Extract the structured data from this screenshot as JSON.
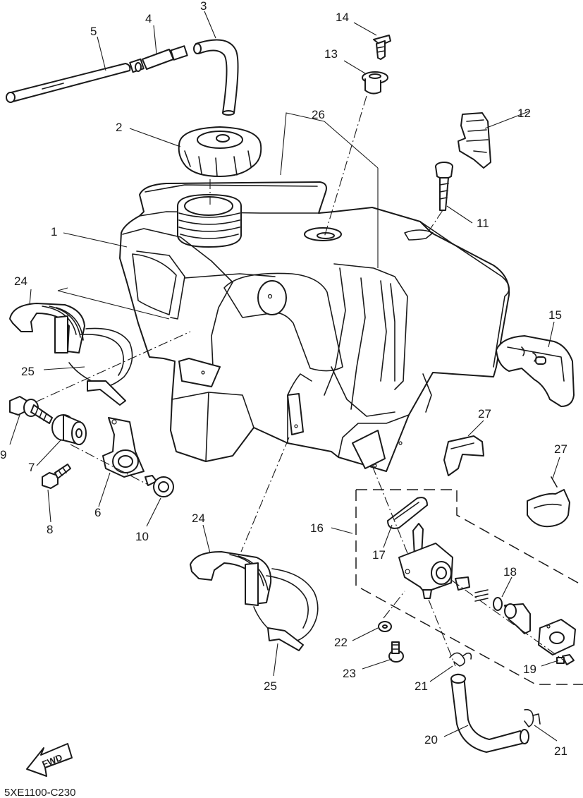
{
  "diagram": {
    "drawing_code": "5XE1100-C230",
    "direction_label": "FWD",
    "callouts": [
      {
        "id": "1",
        "text": "1"
      },
      {
        "id": "2",
        "text": "2"
      },
      {
        "id": "3",
        "text": "3"
      },
      {
        "id": "4",
        "text": "4"
      },
      {
        "id": "5",
        "text": "5"
      },
      {
        "id": "6",
        "text": "6"
      },
      {
        "id": "7",
        "text": "7"
      },
      {
        "id": "8",
        "text": "8"
      },
      {
        "id": "9",
        "text": "9"
      },
      {
        "id": "10",
        "text": "10"
      },
      {
        "id": "11",
        "text": "11"
      },
      {
        "id": "12",
        "text": "12"
      },
      {
        "id": "13",
        "text": "13"
      },
      {
        "id": "14",
        "text": "14"
      },
      {
        "id": "15",
        "text": "15"
      },
      {
        "id": "16",
        "text": "16"
      },
      {
        "id": "17",
        "text": "17"
      },
      {
        "id": "18",
        "text": "18"
      },
      {
        "id": "19",
        "text": "19"
      },
      {
        "id": "20",
        "text": "20"
      },
      {
        "id": "21a",
        "text": "21"
      },
      {
        "id": "21b",
        "text": "21"
      },
      {
        "id": "22",
        "text": "22"
      },
      {
        "id": "23",
        "text": "23"
      },
      {
        "id": "24a",
        "text": "24"
      },
      {
        "id": "24b",
        "text": "24"
      },
      {
        "id": "25a",
        "text": "25"
      },
      {
        "id": "25b",
        "text": "25"
      },
      {
        "id": "26",
        "text": "26"
      },
      {
        "id": "27a",
        "text": "27"
      },
      {
        "id": "27b",
        "text": "27"
      }
    ]
  }
}
